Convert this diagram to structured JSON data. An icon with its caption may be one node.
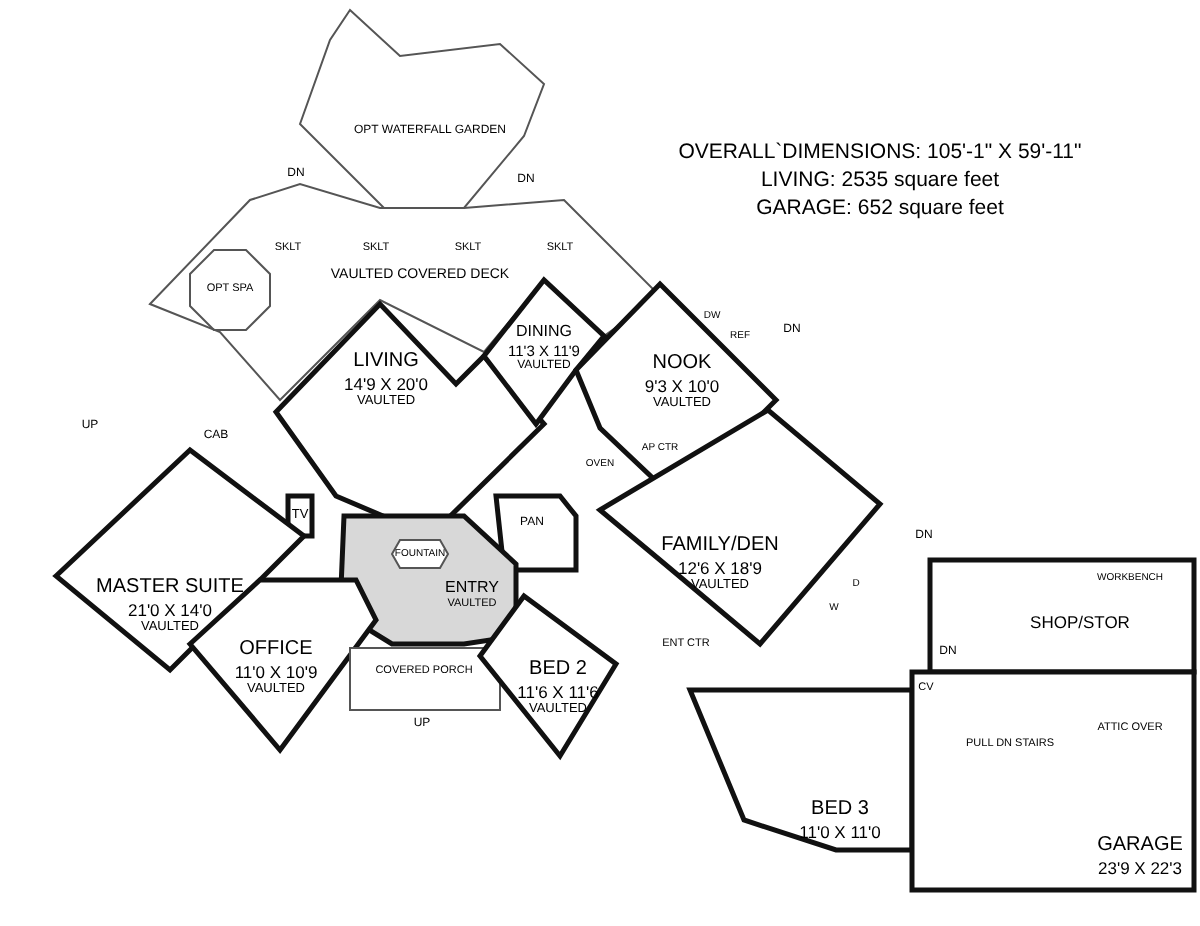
{
  "diagram": {
    "nodes": [
      {
        "text": [
          "OPT WATERFALL GARDEN"
        ]
      },
      {
        "text": [
          "VAULTED COVERED DECK"
        ]
      },
      {
        "text": [
          "OPT SPA"
        ],
        "in": 1
      },
      {
        "text": [
          "LIVING",
          "14'9 X 20'0",
          "VAULTED"
        ]
      },
      {
        "text": [
          "DINING",
          "11'3 X 11'9",
          "VAULTED"
        ]
      },
      {
        "text": [
          "NOOK",
          "9'3 X 10'0",
          "VAULTED"
        ]
      },
      {
        "text": [
          "TV"
        ]
      },
      {
        "text": [
          "PAN"
        ]
      },
      {
        "text": [
          "MASTER SUITE",
          "21'0 X 14'0",
          "VAULTED"
        ]
      },
      {
        "text": [
          "ENTRY",
          "VAULTED"
        ]
      },
      {
        "text": [
          "FOUNTAIN"
        ],
        "in": 9
      },
      {
        "text": [
          "FAMILY/DEN",
          "12'6 X 18'9",
          "VAULTED"
        ]
      },
      {
        "text": [
          "SHOP/STOR"
        ]
      },
      {
        "text": [
          "OFFICE",
          "11'0 X 10'9",
          "VAULTED"
        ]
      },
      {
        "text": [
          "COVERED PORCH"
        ]
      },
      {
        "text": [
          "BED 2",
          "11'6 X 11'6",
          "VAULTED"
        ]
      },
      {
        "text": [
          "BED 3",
          "11'0 X 11'0"
        ]
      },
      {
        "text": [
          "GARAGE",
          "23'9 X 22'3"
        ]
      }
    ],
    "labels": [
      "OVERALL`DIMENSIONS: 105'-1\" X 59'-11\"",
      "LIVING: 2535 square feet",
      "GARAGE: 652 square feet",
      "DN",
      "DN",
      "SKLT",
      "SKLT",
      "SKLT",
      "SKLT",
      "DN",
      "DN",
      "DN",
      "CAB",
      "UP",
      "DW",
      "REF",
      "OVEN",
      "AP CTR",
      "ENT CTR",
      "D",
      "W",
      "CV",
      "WORKBENCH",
      "PULL DN STAIRS",
      "ATTIC OVER",
      "UP"
    ]
  }
}
